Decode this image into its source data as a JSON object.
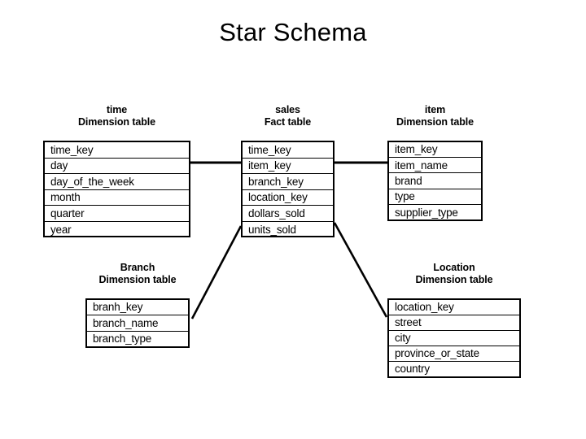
{
  "page": {
    "title": "Star Schema",
    "background_color": "#ffffff",
    "line_color": "#000000",
    "text_color": "#000000"
  },
  "diagram": {
    "type": "star-schema",
    "entities": [
      {
        "id": "time",
        "name": "time",
        "kind": "Dimension table",
        "fields": [
          "time_key",
          "day",
          "day_of_the_week",
          "month",
          "quarter",
          "year"
        ]
      },
      {
        "id": "sales",
        "name": "sales",
        "kind": "Fact table",
        "fields": [
          "time_key",
          "item_key",
          "branch_key",
          "location_key",
          "dollars_sold",
          "units_sold"
        ]
      },
      {
        "id": "item",
        "name": "item",
        "kind": "Dimension table",
        "fields": [
          "item_key",
          "item_name",
          "brand",
          "type",
          "supplier_type"
        ]
      },
      {
        "id": "branch",
        "name": "Branch",
        "kind": "Dimension table",
        "fields": [
          "branh_key",
          "branch_name",
          "branch_type"
        ]
      },
      {
        "id": "location",
        "name": "Location",
        "kind": "Dimension table",
        "fields": [
          "location_key",
          "street",
          "city",
          "province_or_state",
          "country"
        ]
      }
    ],
    "relationships": [
      {
        "from": "time",
        "to": "sales",
        "style": "horizontal"
      },
      {
        "from": "sales",
        "to": "item",
        "style": "horizontal"
      },
      {
        "from": "sales",
        "to": "branch",
        "style": "diagonal"
      },
      {
        "from": "sales",
        "to": "location",
        "style": "diagonal"
      }
    ]
  }
}
